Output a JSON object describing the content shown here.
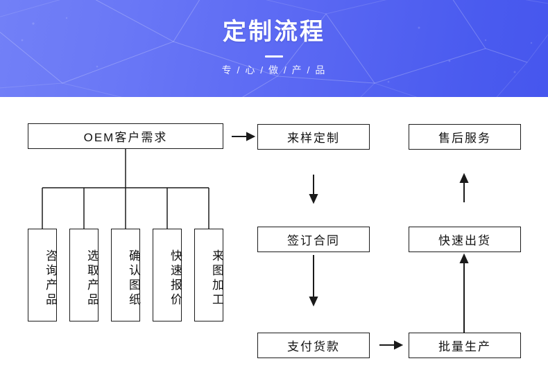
{
  "banner": {
    "title": "定制流程",
    "subtitle": "专 / 心 / 做 / 产 / 品",
    "gradient_from": "#7280f7",
    "gradient_to": "#4656ee"
  },
  "flow": {
    "root": {
      "label": "OEM客户需求"
    },
    "branches": [
      {
        "label": "咨询产品"
      },
      {
        "label": "选取产品"
      },
      {
        "label": "确认图纸"
      },
      {
        "label": "快速报价"
      },
      {
        "label": "来图加工"
      }
    ],
    "middle_column": [
      {
        "label": "来样定制"
      },
      {
        "label": "签订合同"
      },
      {
        "label": "支付货款"
      }
    ],
    "right_column": [
      {
        "label": "售后服务"
      },
      {
        "label": "快速出货"
      },
      {
        "label": "批量生产"
      }
    ],
    "arrows": {
      "root_to_sample": "→",
      "sample_to_contract": "↓",
      "contract_to_payment": "↓",
      "payment_to_production": "→",
      "production_to_shipping": "↑",
      "shipping_to_aftersales": "↑"
    },
    "line_color": "#1a1a1a",
    "text_color": "#111111"
  }
}
